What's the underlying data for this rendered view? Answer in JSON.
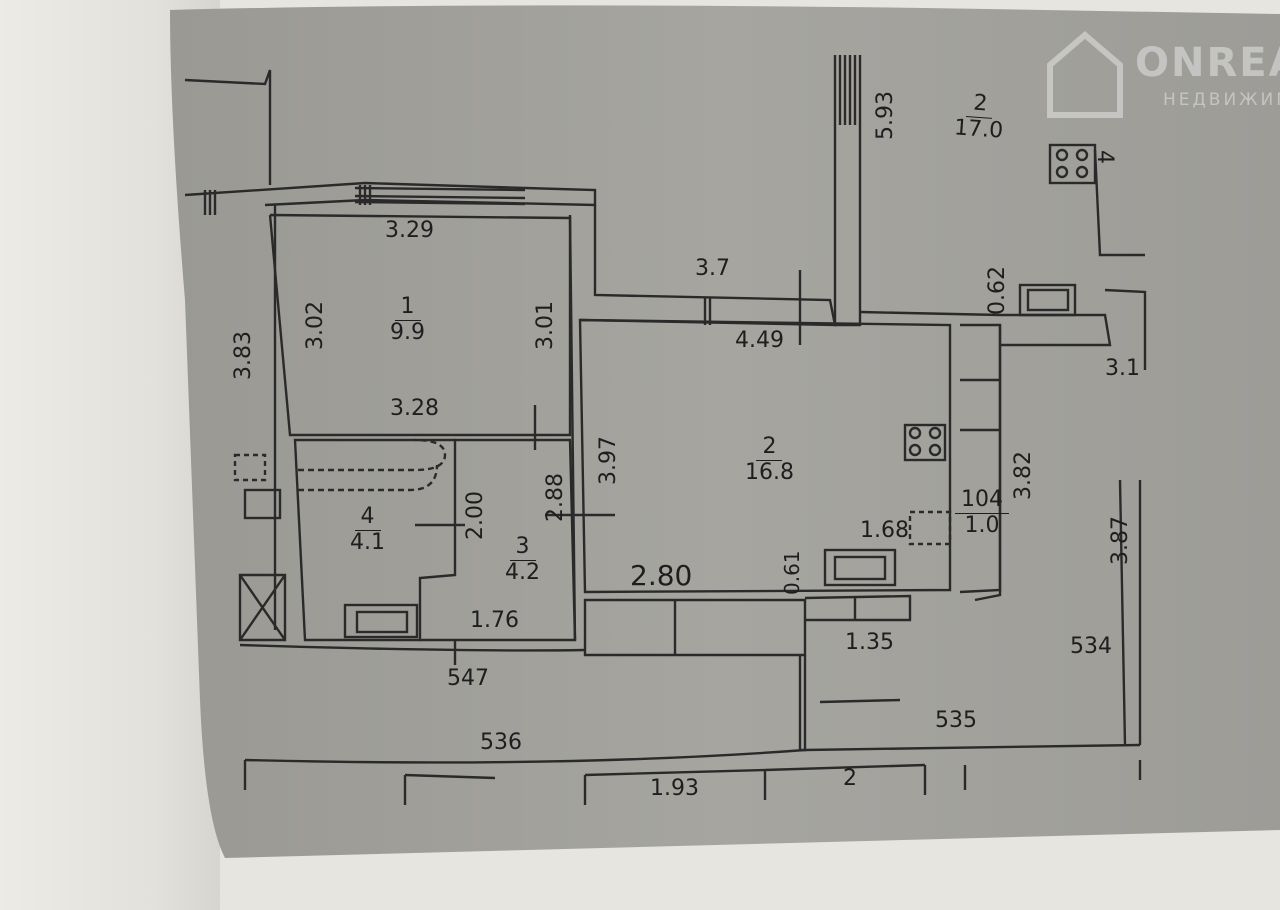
{
  "watermark": {
    "brand": "ONREALT",
    "subtitle": "НЕДВИЖИМОСТЬ"
  },
  "rooms": [
    {
      "id": "room-1",
      "number": "1",
      "area": "9.9"
    },
    {
      "id": "room-2-main",
      "number": "2",
      "area": "16.8"
    },
    {
      "id": "room-3",
      "number": "3",
      "area": "4.2"
    },
    {
      "id": "room-4",
      "number": "4",
      "area": "4.1"
    },
    {
      "id": "room-2-neighbor",
      "number": "2",
      "area": "17.0"
    },
    {
      "id": "room-104",
      "number": "104",
      "area": "1.0"
    }
  ],
  "dimensions": {
    "d329": "3.29",
    "d302": "3.02",
    "d301": "3.01",
    "d383": "3.83",
    "d328": "3.28",
    "d37": "3.7",
    "d449": "4.49",
    "d593": "5.93",
    "d062": "0.62",
    "d31": "3.1",
    "d397": "3.97",
    "d382": "3.82",
    "d387": "3.87",
    "d200": "2.00",
    "d288": "2.88",
    "d168": "1.68",
    "d061": "0.61",
    "d280": "2.80",
    "d176": "1.76",
    "d547": "547",
    "d135": "1.35",
    "d534": "534",
    "d535": "535",
    "d536": "536",
    "d193": "1.93",
    "d2": "2",
    "d4": "4"
  }
}
